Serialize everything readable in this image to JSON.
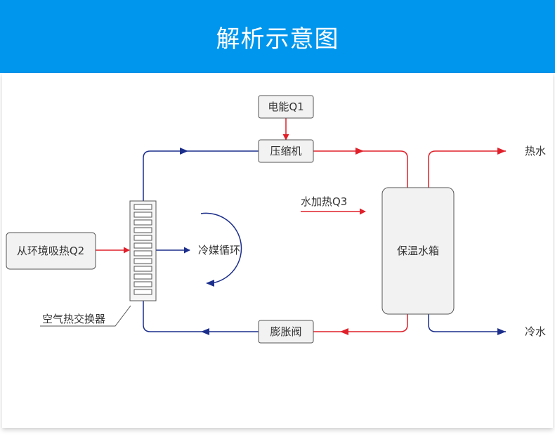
{
  "header": {
    "title": "解析示意图"
  },
  "colors": {
    "header_bg": "#0096ed",
    "hot_line": "#e0202a",
    "cold_line": "#1c2e8c"
  },
  "nodes": {
    "electric_energy": "电能Q1",
    "compressor": "压缩机",
    "ambient_heat": "从环境吸热Q2",
    "refrigerant_cycle": "冷媒循环",
    "water_heating": "水加热Q3",
    "tank": "保温水箱",
    "expansion_valve": "膨胀阀",
    "heat_exchanger": "空气热交换器",
    "hot_water": "热水",
    "cold_water": "冷水"
  }
}
